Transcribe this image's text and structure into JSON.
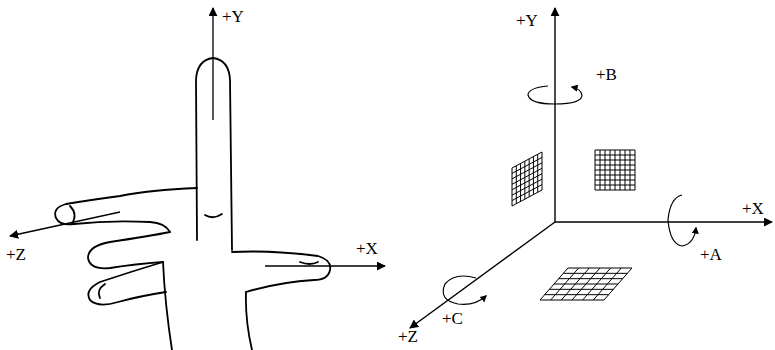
{
  "diagram": {
    "labels": [
      "+Y",
      "+X",
      "+Z",
      "+Y",
      "+B",
      "+X",
      "+A",
      "+Z",
      "+C"
    ]
  }
}
